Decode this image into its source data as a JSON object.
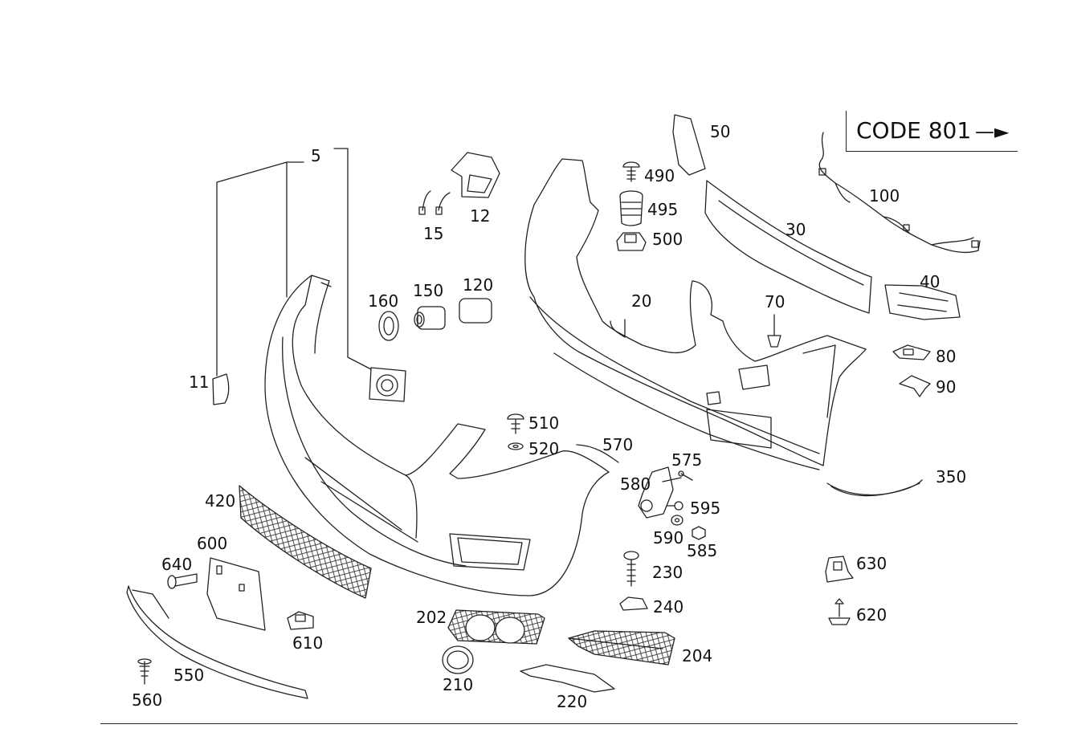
{
  "code_box": {
    "text": "CODE 801",
    "arrow": "—►"
  },
  "callouts": {
    "c5": "5",
    "c11": "11",
    "c12": "12",
    "c15": "15",
    "c20": "20",
    "c30": "30",
    "c40": "40",
    "c50": "50",
    "c70": "70",
    "c80": "80",
    "c90": "90",
    "c100": "100",
    "c120": "120",
    "c150": "150",
    "c160": "160",
    "c202": "202",
    "c204": "204",
    "c210": "210",
    "c220": "220",
    "c230": "230",
    "c240": "240",
    "c350": "350",
    "c420": "420",
    "c490": "490",
    "c495": "495",
    "c500": "500",
    "c510": "510",
    "c520": "520",
    "c550": "550",
    "c560": "560",
    "c570": "570",
    "c575": "575",
    "c580": "580",
    "c585": "585",
    "c590": "590",
    "c595": "595",
    "c600": "600",
    "c610": "610",
    "c620": "620",
    "c630": "630",
    "c640": "640"
  },
  "colors": {
    "line": "#222222",
    "background": "#ffffff"
  }
}
